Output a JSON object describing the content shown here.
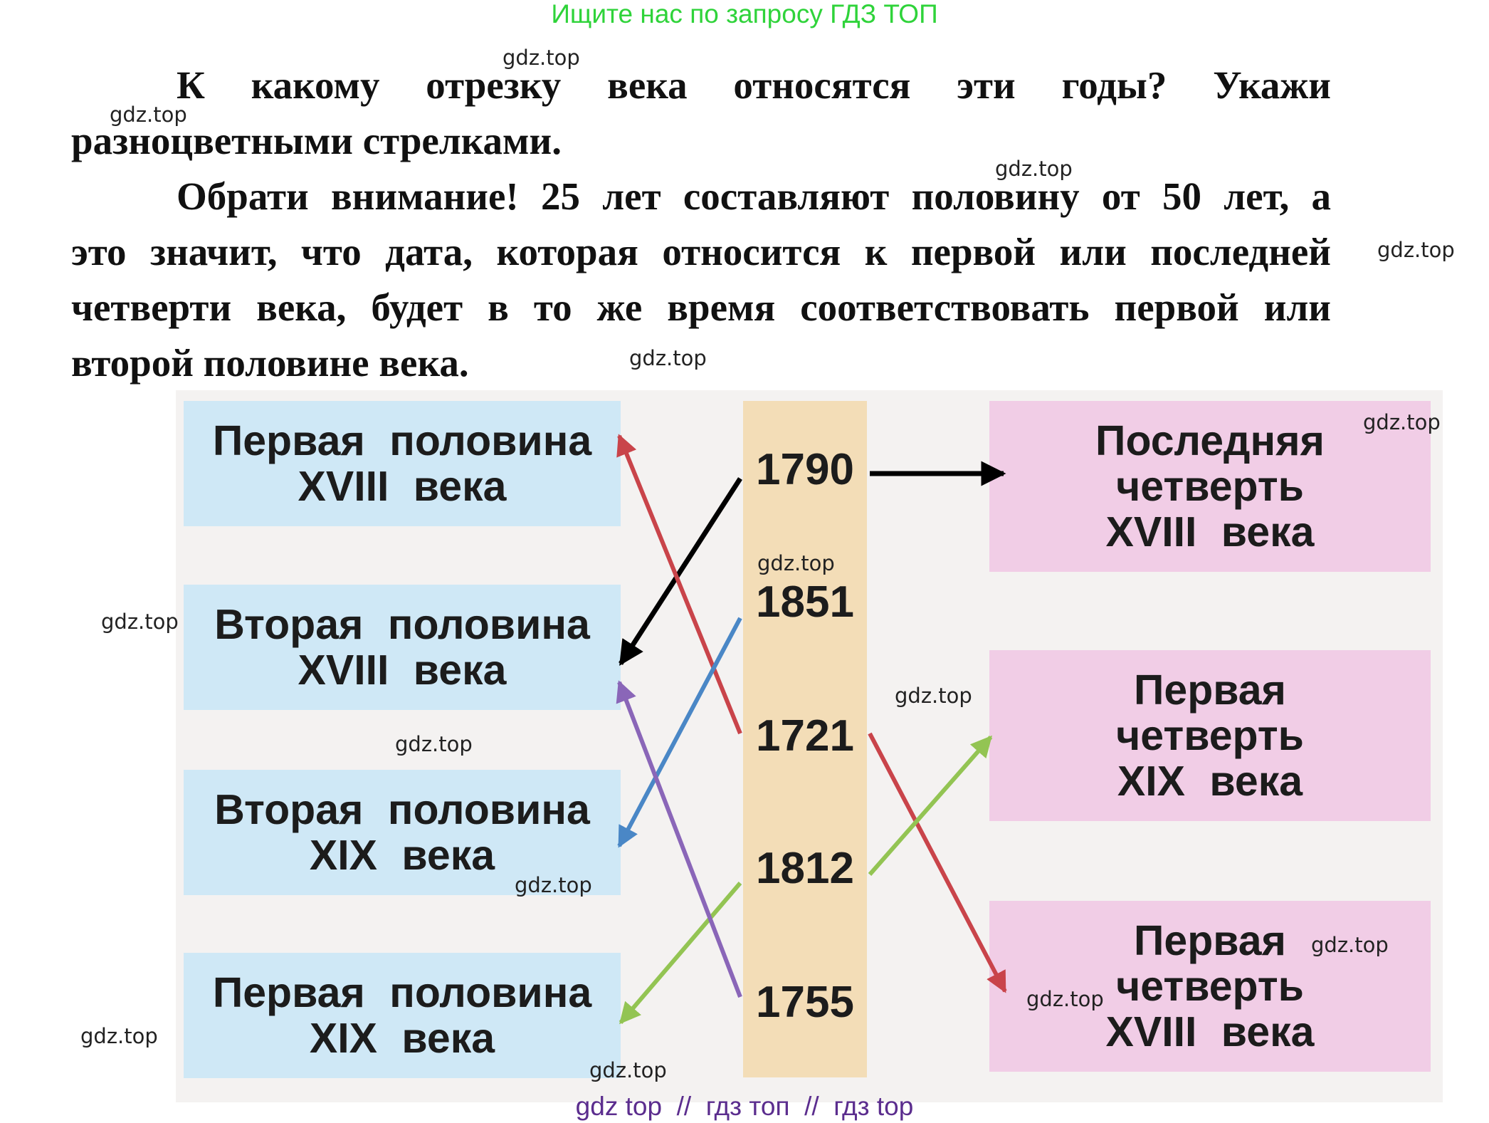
{
  "banner": "Ищите нас по запросу ГДЗ ТОП",
  "task": {
    "lines": [
      "К какому отрезку века относятся эти годы? Укажи",
      "разноцветными стрелками.",
      "Обрати внимание! 25 лет составляют половину от 50 лет, а",
      "это значит, что дата, которая относится к первой или последней",
      "четверти века, будет в то же время соответствовать первой или",
      "второй половине века."
    ]
  },
  "left_boxes": [
    "Первая половина\nXVIII века",
    "Вторая половина\nXVIII века",
    "Вторая половина\nXIX века",
    "Первая половина\nXIX века"
  ],
  "years": [
    "1790",
    "1851",
    "1721",
    "1812",
    "1755"
  ],
  "right_boxes": [
    "Последняя\nчетверть\nXVIII века",
    "Первая\nчетверть\nXIX века",
    "Первая\nчетверть\nXVIII века"
  ],
  "arrows": [
    {
      "from": "1790",
      "to": "Последняя четверть XVIII века",
      "color": "#000000"
    },
    {
      "from": "1790",
      "to": "Вторая половина XVIII века",
      "color": "#000000"
    },
    {
      "from": "1721",
      "to": "Первая половина XVIII века",
      "color": "#c9444a"
    },
    {
      "from": "1721",
      "to": "Первая четверть XVIII века",
      "color": "#c9444a"
    },
    {
      "from": "1851",
      "to": "Вторая половина XIX века",
      "color": "#4a87c6"
    },
    {
      "from": "1812",
      "to": "Первая половина XIX века",
      "color": "#93c453"
    },
    {
      "from": "1812",
      "to": "Первая четверть XIX века",
      "color": "#93c453"
    },
    {
      "from": "1755",
      "to": "Вторая половина XVIII века",
      "color": "#8a66b8"
    }
  ],
  "watermark": "gdz.top",
  "footer": "gdz top  //  гдз топ  //  гдз top",
  "colors": {
    "banner": "#2fd33a",
    "left_box": "#cfe8f6",
    "right_box": "#f1cde6",
    "year_strip": "#f3ddb7",
    "footer": "#5b2d8e"
  }
}
